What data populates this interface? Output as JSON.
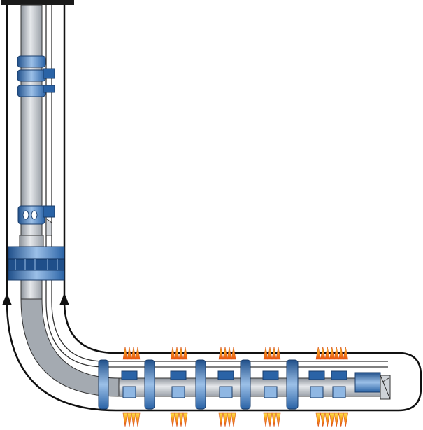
{
  "diagram": {
    "kind": "horizontal-well-completion-schematic",
    "text_labels": [],
    "colors": {
      "casing_outline": "#111111",
      "tubing_fill": "#c9cdd2",
      "tubing_shade": "#8d939b",
      "annulus_fill": "#ffffff",
      "tool_blue": "#2f6fb5",
      "tool_blue_light": "#8fb7e3",
      "wellhead": "#1a1a1a",
      "fracture_orange": "#f08a1c",
      "fracture_yellow": "#ffd23a"
    },
    "components": {
      "wellhead": "wellhead-cap",
      "upper_nipples": 2,
      "lower_sub": "ported-sub",
      "packer": "production-packer",
      "lateral_packers": 5,
      "frac_sleeves": 5,
      "fracture_stages": 5,
      "toe_tool": "toe-sub"
    }
  }
}
